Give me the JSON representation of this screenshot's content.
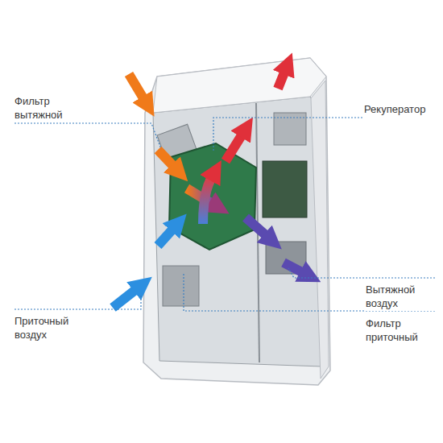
{
  "diagram": {
    "labels": [
      "Фильтр вытяжной",
      "Рекуператор",
      "Вытяжной воздух",
      "Приточный воздух",
      "Фильтр приточный"
    ]
  }
}
